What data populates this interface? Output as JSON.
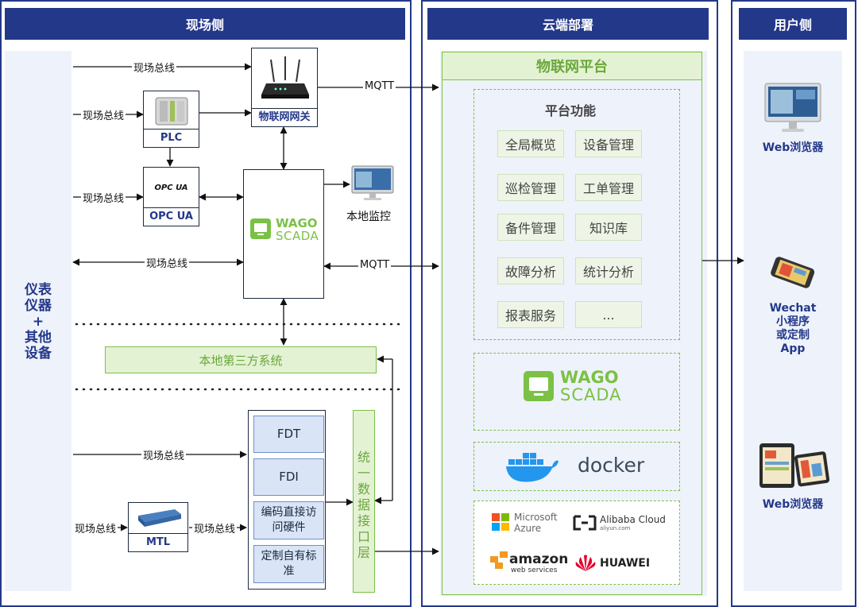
{
  "columns": {
    "field": "现场侧",
    "cloud": "云端部署",
    "user": "用户侧"
  },
  "field": {
    "instruments": [
      "仪表",
      "仪器",
      "+",
      "其他",
      "设备"
    ],
    "fieldbus": "现场总线",
    "gateway": "物联网网关",
    "plc": "PLC",
    "opcua_caption": "OPC UA",
    "opcua_logo": "OPC UA",
    "scada_brand": "WAGO",
    "scada_name": "SCADA",
    "local_monitor": "本地监控",
    "third_party": "本地第三方系统",
    "mtl": "MTL",
    "blocks": [
      "FDT",
      "FDI",
      "编码直接访问硬件",
      "定制自有标准"
    ],
    "interface_layer": [
      "统",
      "一",
      "数",
      "据",
      "接",
      "口",
      "层"
    ]
  },
  "protocols": {
    "mqtt": "MQTT"
  },
  "cloud": {
    "platform_title": "物联网平台",
    "functions_title": "平台功能",
    "functions": [
      "全局概览",
      "设备管理",
      "巡检管理",
      "工单管理",
      "备件管理",
      "知识库",
      "故障分析",
      "统计分析",
      "报表服务",
      "..."
    ],
    "scada_brand": "WAGO",
    "scada_name": "SCADA",
    "docker": "docker",
    "providers": {
      "microsoft_1": "Microsoft",
      "microsoft_2": "Azure",
      "alibaba_1": "Alibaba Cloud",
      "alibaba_2": "aliyun.com",
      "amazon_1": "amazon",
      "amazon_2": "web services",
      "huawei": "HUAWEI"
    }
  },
  "user": {
    "web_browser_1": "Web浏览器",
    "wechat": [
      "Wechat",
      "小程序",
      "或定制",
      "App"
    ],
    "web_browser_2": "Web浏览器"
  },
  "colors": {
    "navy": "#24388a",
    "green": "#7bc145",
    "light_green": "#e4f2d4",
    "light_blue": "#d9e4f7",
    "panel_bg": "#eef2fa"
  }
}
